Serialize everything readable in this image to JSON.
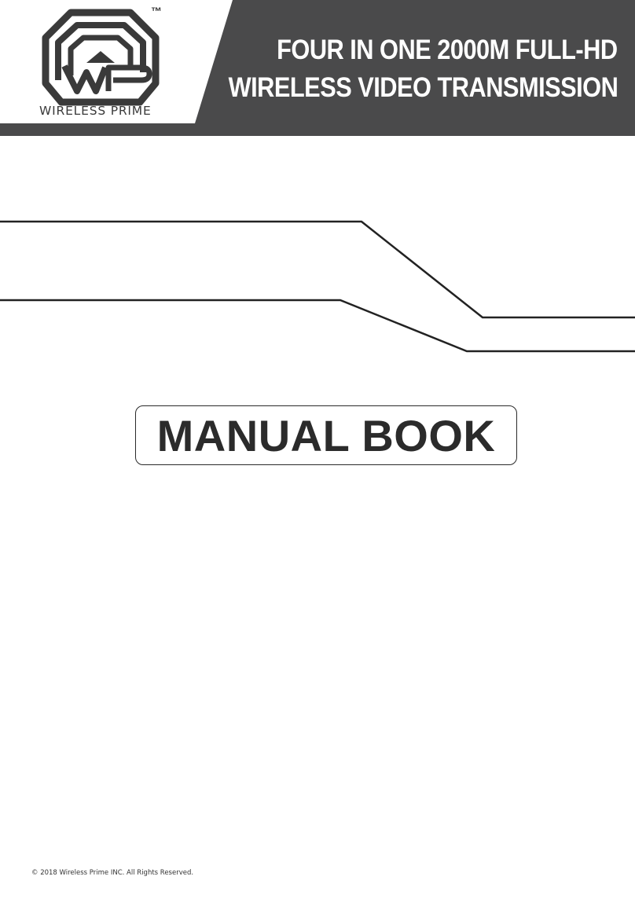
{
  "header": {
    "logo_name": "WIRELESS PRIME",
    "trademark": "™",
    "title_line_1": "FOUR IN ONE 2000M FULL-HD",
    "title_line_2": "WIRELESS VIDEO TRANSMISSION",
    "band_color": "#4a4a4b",
    "logo_color": "#3a3a3a"
  },
  "main": {
    "manual_title": "MANUAL BOOK"
  },
  "footer": {
    "copyright": "© 2018 Wireless Prime INC. All Rights Reserved."
  }
}
